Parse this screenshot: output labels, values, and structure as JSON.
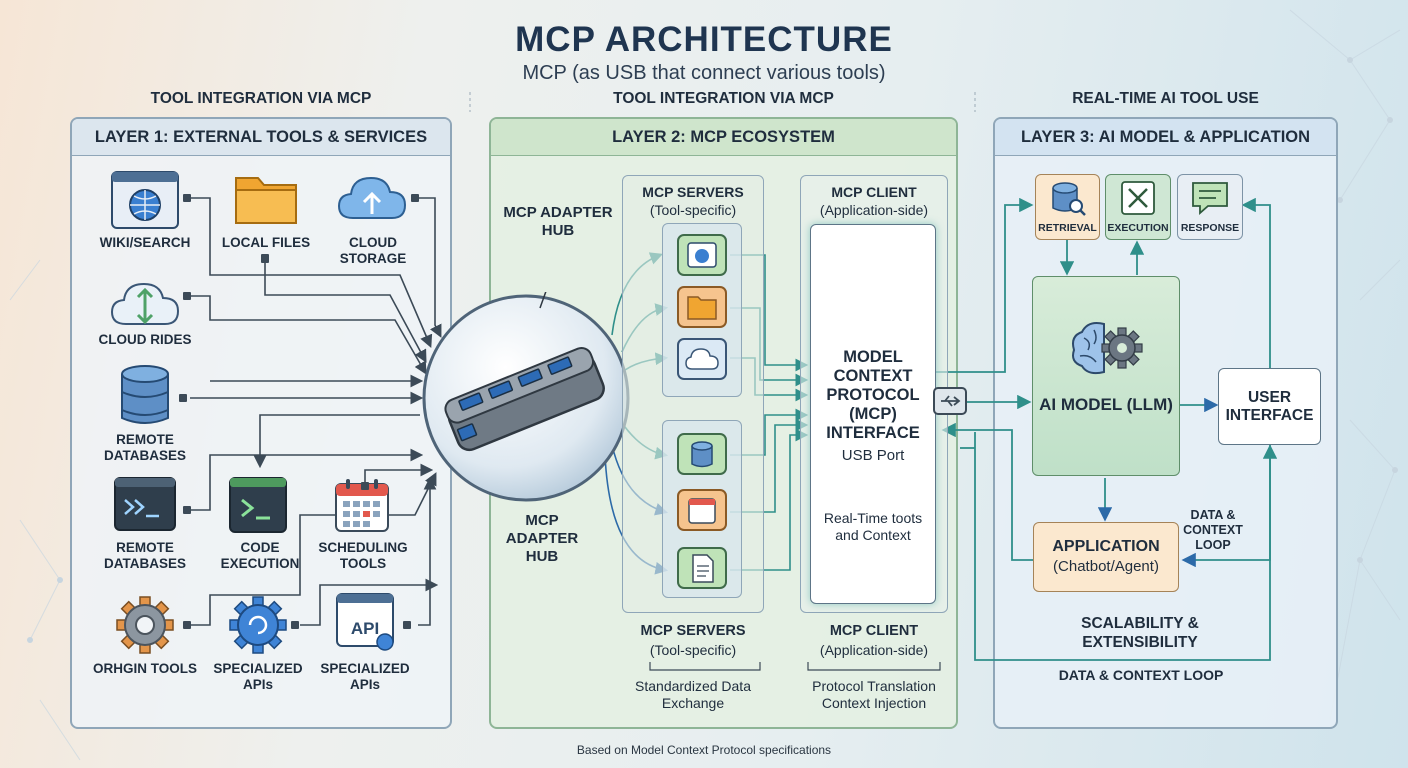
{
  "header": {
    "title": "MCP ARCHITECTURE",
    "subtitle": "MCP (as USB that connect various tools)"
  },
  "columns": {
    "left": "TOOL INTEGRATION VIA MCP",
    "middle": "TOOL INTEGRATION VIA MCP",
    "right": "REAL-TIME AI TOOL USE"
  },
  "layer1": {
    "title": "LAYER 1: EXTERNAL TOOLS & SERVICES",
    "tools": [
      {
        "label": "WIKI/SEARCH",
        "icon": "globe-icon"
      },
      {
        "label": "LOCAL FILES",
        "icon": "folder-icon"
      },
      {
        "label": "CLOUD STORAGE",
        "icon": "cloud-upload-icon"
      },
      {
        "label": "CLOUD RIDES",
        "icon": "cloud-sync-icon"
      },
      {
        "label": "REMOTE DATABASES",
        "icon": "database-icon"
      },
      {
        "label": "REMOTE DATABASES",
        "icon": "terminal-icon"
      },
      {
        "label": "CODE EXECUTION",
        "icon": "terminal-icon"
      },
      {
        "label": "SCHEDULING TOOLS",
        "icon": "calendar-icon"
      },
      {
        "label": "ORHGIN TOOLS",
        "icon": "gear-icon"
      },
      {
        "label": "SPECIALIZED APIs",
        "icon": "api-gear-icon"
      },
      {
        "label": "SPECIALIZED APIs",
        "icon": "api-icon"
      }
    ]
  },
  "layer2": {
    "title": "LAYER 2: MCP ECOSYSTEM",
    "hub_label_top": "MCP ADAPTER HUB",
    "hub_label_bottom": "MCP ADAPTER HUB",
    "servers_title": "MCP SERVERS",
    "servers_sub": "(Tool-specific)",
    "client_title": "MCP CLIENT",
    "client_sub": "(Application-side)",
    "interface_title": "MODEL CONTEXT PROTOCOL (MCP) INTERFACE",
    "interface_port": "USB Port",
    "interface_note": "Real-Time toots and Context",
    "servers_bottom_title": "MCP SERVERS",
    "servers_bottom_sub": "(Tool-specific)",
    "servers_bottom_note": "Standardized Data Exchange",
    "client_bottom_title": "MCP CLIENT",
    "client_bottom_sub": "(Application-side)",
    "client_bottom_note": "Protocol Translation Context Injection",
    "server_icons": [
      "globe-icon",
      "folder-icon",
      "cloud-icon",
      "database-icon",
      "calendar-icon",
      "document-icon"
    ]
  },
  "layer3": {
    "title": "LAYER 3: AI MODEL & APPLICATION",
    "steps": [
      {
        "label": "RETRIEVAL",
        "icon": "database-search-icon"
      },
      {
        "label": "EXECUTION",
        "icon": "tools-icon"
      },
      {
        "label": "RESPONSE",
        "icon": "message-icon"
      }
    ],
    "model_title": "AI MODEL (LLM)",
    "ui_title": "USER INTERFACE",
    "app_title": "APPLICATION",
    "app_sub": "(Chatbot/Agent)",
    "loop_note": "DATA & CONTEXT LOOP",
    "scalability": "SCALABILITY & EXTENSIBILITY",
    "bottom_loop": "DATA & CONTEXT LOOP"
  },
  "footer": "Based on Model Context Protocol specifications",
  "colors": {
    "accent_teal": "#3fa7a0",
    "panel_border": "#8fa6b8",
    "hub": "#5b6570",
    "usb_blue": "#3d8fd8",
    "model_green": "#cfe7d4",
    "app_orange": "#fbe8cf"
  }
}
